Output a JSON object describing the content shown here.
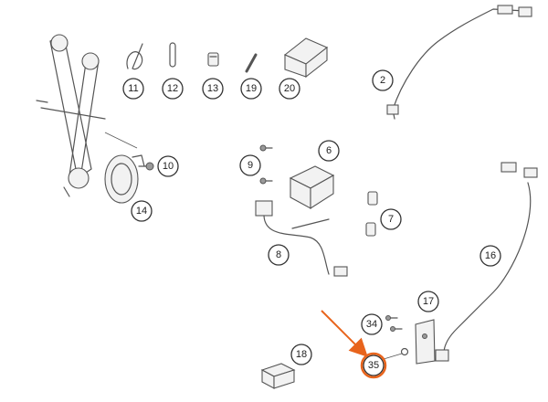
{
  "callouts": [
    {
      "id": "c11",
      "label": "11"
    },
    {
      "id": "c12",
      "label": "12"
    },
    {
      "id": "c13",
      "label": "13"
    },
    {
      "id": "c19",
      "label": "19"
    },
    {
      "id": "c20",
      "label": "20"
    },
    {
      "id": "c2",
      "label": "2"
    },
    {
      "id": "c10",
      "label": "10"
    },
    {
      "id": "c14",
      "label": "14"
    },
    {
      "id": "c9",
      "label": "9"
    },
    {
      "id": "c6",
      "label": "6"
    },
    {
      "id": "c7",
      "label": "7"
    },
    {
      "id": "c8",
      "label": "8"
    },
    {
      "id": "c16",
      "label": "16"
    },
    {
      "id": "c17",
      "label": "17"
    },
    {
      "id": "c34",
      "label": "34"
    },
    {
      "id": "c18",
      "label": "18"
    },
    {
      "id": "c35",
      "label": "35"
    }
  ],
  "colors": {
    "highlight": "#e8641c",
    "line": "#555555"
  }
}
